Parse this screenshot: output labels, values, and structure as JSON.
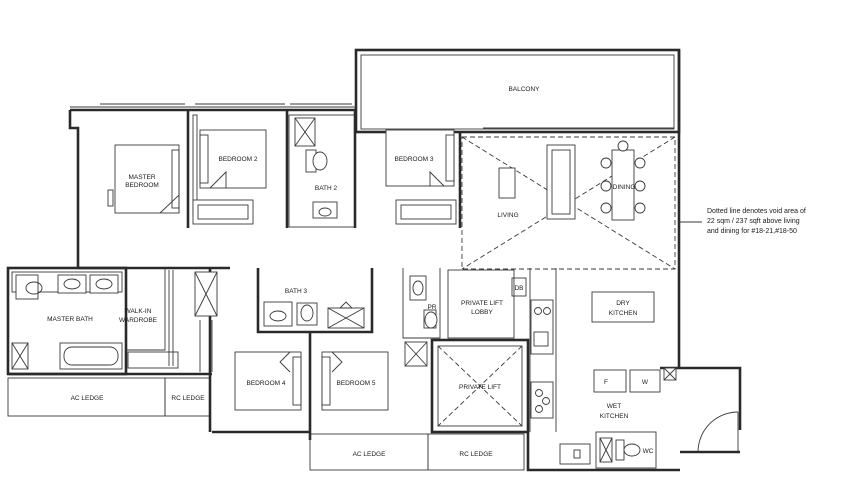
{
  "rooms": {
    "balcony": "BALCONY",
    "master_bedroom_1": "MASTER",
    "master_bedroom_2": "BEDROOM",
    "bedroom_2": "BEDROOM 2",
    "bath_2": "BATH 2",
    "bedroom_3": "BEDROOM 3",
    "living": "LIVING",
    "dining": "DINING",
    "master_bath": "MASTER BATH",
    "walk_in_1": "WALK-IN",
    "walk_in_2": "WARDROBE",
    "bath_3": "BATH 3",
    "pr": "PR",
    "private_lift_lobby_1": "PRIVATE LIFT",
    "private_lift_lobby_2": "LOBBY",
    "db": "DB",
    "dry_kitchen_1": "DRY",
    "dry_kitchen_2": "KITCHEN",
    "bedroom_4": "BEDROOM 4",
    "bedroom_5": "BEDROOM 5",
    "private_lift": "PRIVATE LIFT",
    "fridge": "F",
    "washer": "W",
    "wet_kitchen_1": "WET",
    "wet_kitchen_2": "KITCHEN",
    "wc": "WC",
    "ac_ledge_left": "AC LEDGE",
    "rc_ledge_left": "RC LEDGE",
    "ac_ledge_bottom": "AC LEDGE",
    "rc_ledge_bottom": "RC LEDGE"
  },
  "note": {
    "line1": "Dotted line denotes void area of",
    "line2": "22 sqm / 237 sqft above living",
    "line3": "and dining for #18-21,#18-50"
  }
}
